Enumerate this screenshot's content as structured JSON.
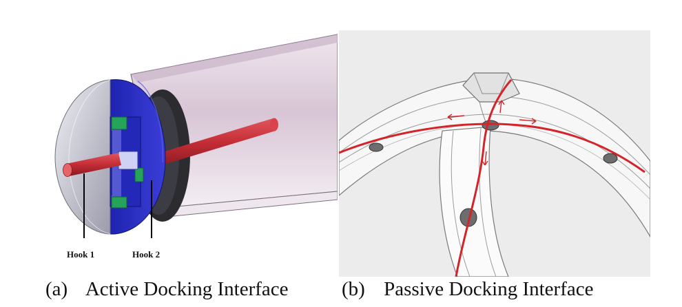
{
  "panel_a": {
    "caption_tag": "(a)",
    "caption_text": "Active Docking Interface",
    "labels": {
      "hook1": "Hook 1",
      "hook2": "Hook 2"
    },
    "colors": {
      "tube": "#d9c6d6",
      "face": "#2b2fc4",
      "rod": "#c8303a",
      "hub": "#b9b9c6"
    }
  },
  "panel_b": {
    "caption_tag": "(b)",
    "caption_text": "Passive Docking Interface",
    "colors": {
      "ring": "#f3f3f3",
      "path": "#d4242a"
    }
  }
}
